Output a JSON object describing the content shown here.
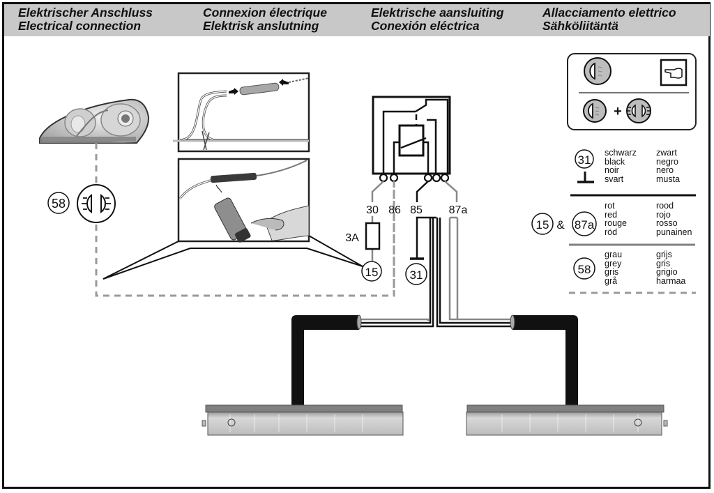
{
  "header": {
    "columns": [
      {
        "line1": "Elektrischer Anschluss",
        "line2": "Electrical connection"
      },
      {
        "line1": "Connexion électrique",
        "line2": "Elektrisk anslutning"
      },
      {
        "line1": "Elektrische aansluiting",
        "line2": "Conexión eléctrica"
      },
      {
        "line1": "Allacciamento elettrico",
        "line2": "Sähköliitäntä"
      }
    ]
  },
  "relay": {
    "terminals": [
      "30",
      "86",
      "85",
      "87a"
    ],
    "fuse_label": "3A",
    "terminal_15": "15",
    "ground_31": "31"
  },
  "left": {
    "terminal_58": "58",
    "icons": [
      "headlight-illustration",
      "wire-splice-inset",
      "crimp-tool-inset",
      "parking-light-icon"
    ]
  },
  "mode_box": {
    "row1_icons": [
      "low-beam-icon",
      "hand-pointer-icon"
    ],
    "row2_icons": [
      "low-beam-icon",
      "plus-icon",
      "parking-light-icon"
    ],
    "plus": "+"
  },
  "legend": {
    "rows": [
      {
        "terminal": "31",
        "prefix": "",
        "col1": [
          "schwarz",
          "black",
          "noir",
          "svart"
        ],
        "col2": [
          "zwart",
          "negro",
          "nero",
          "musta"
        ],
        "line_style": "solid-black",
        "color": "#111111"
      },
      {
        "terminal": "15",
        "prefix": "&",
        "terminal2": "87a",
        "col1": [
          "rot",
          "red",
          "rouge",
          "röd"
        ],
        "col2": [
          "rood",
          "rojo",
          "rosso",
          "punainen"
        ],
        "line_style": "solid-gray",
        "color": "#808080"
      },
      {
        "terminal": "58",
        "prefix": "",
        "col1": [
          "grau",
          "grey",
          "gris",
          "grå"
        ],
        "col2": [
          "grijs",
          "gris",
          "grigio",
          "harmaa"
        ],
        "line_style": "dashed-gray",
        "color": "#a0a0a0"
      }
    ]
  },
  "lamps": [
    {
      "side": "left",
      "name": "daytime-running-light-left"
    },
    {
      "side": "right",
      "name": "daytime-running-light-right"
    }
  ],
  "colors": {
    "header_bg": "#c8c8c8",
    "black_wire": "#111111",
    "gray_wire": "#808080",
    "dashed_wire": "#a0a0a0",
    "icon_fill": "#bdbdbd"
  }
}
